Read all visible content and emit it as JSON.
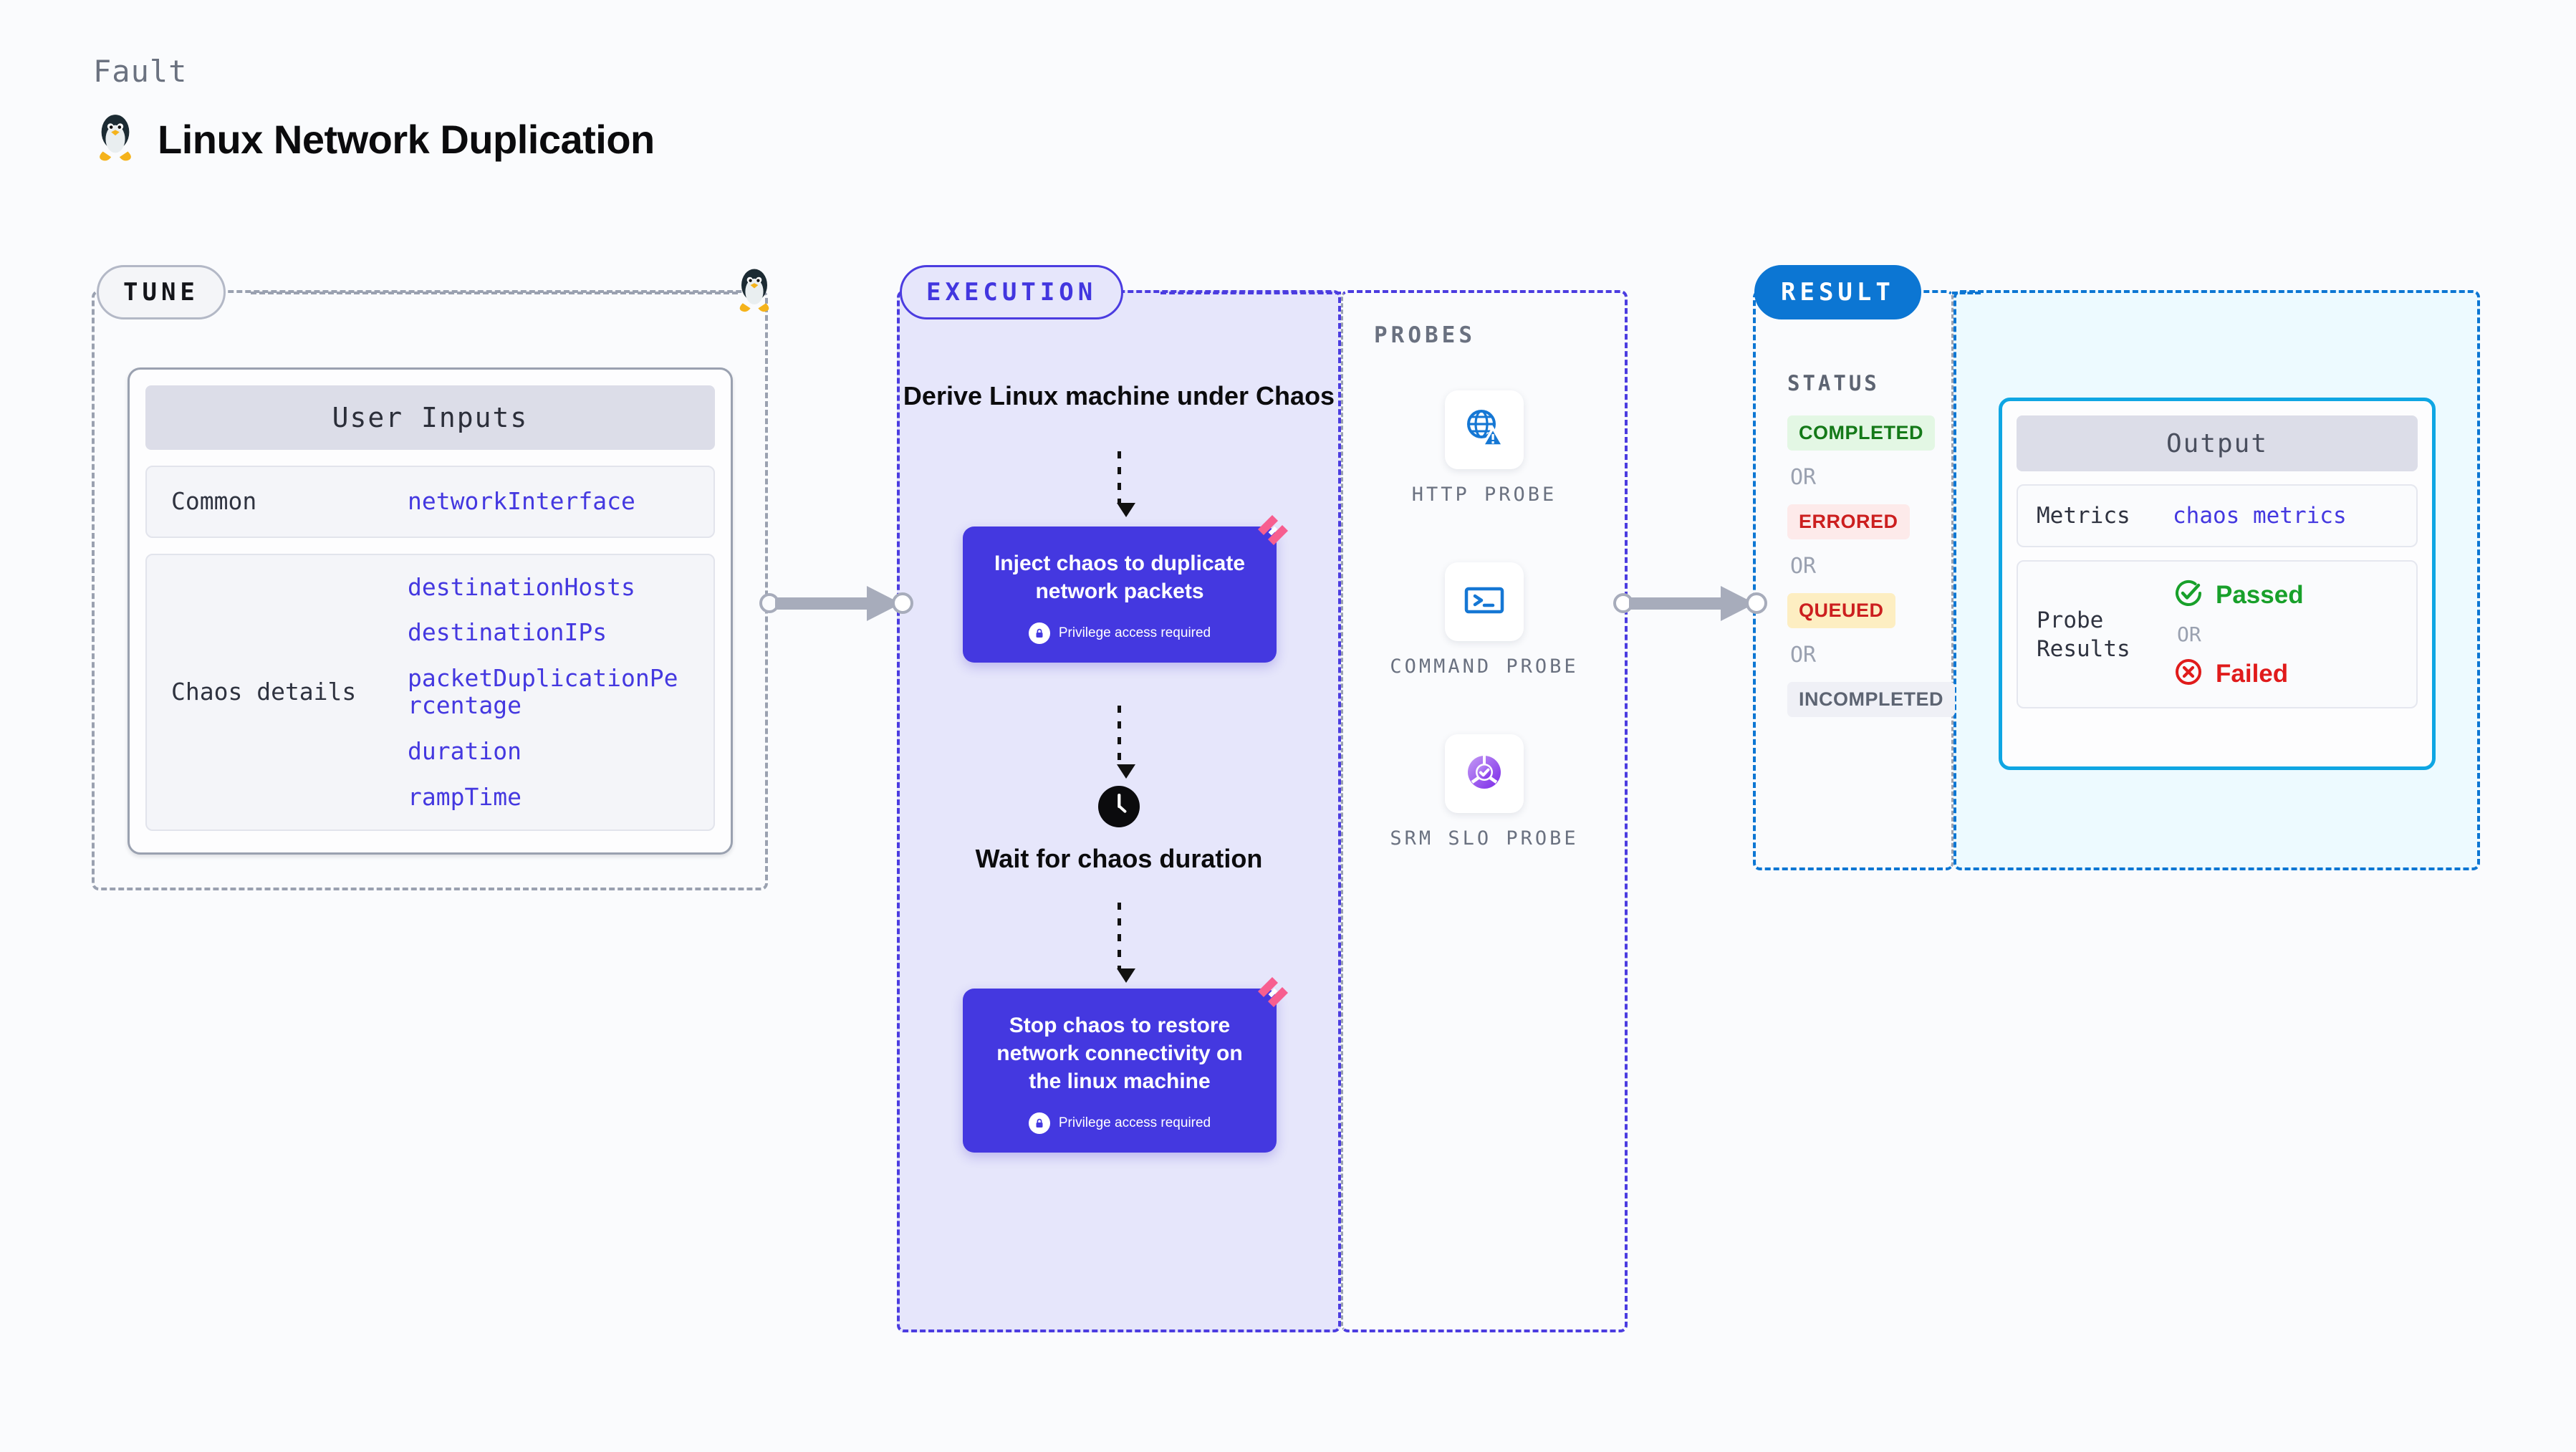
{
  "header": {
    "eyebrow": "Fault",
    "title": "Linux Network Duplication",
    "icon": "linux-penguin-icon"
  },
  "stages": {
    "tune": {
      "badge": "TUNE"
    },
    "execution": {
      "badge": "EXECUTION"
    },
    "probes": {
      "label": "PROBES"
    },
    "result": {
      "badge": "RESULT"
    }
  },
  "tune": {
    "card_title": "User Inputs",
    "rows": [
      {
        "key": "Common",
        "values": [
          "networkInterface"
        ]
      },
      {
        "key": "Chaos details",
        "values": [
          "destinationHosts",
          "destinationIPs",
          "packetDuplicationPercentage",
          "duration",
          "rampTime"
        ]
      }
    ]
  },
  "execution": {
    "step_title": "Derive Linux machine under Chaos",
    "inject_box": {
      "text": "Inject chaos to duplicate network packets",
      "privilege_note": "Privilege access required",
      "badge_icon": "harness-logo-icon",
      "lock_icon": "lock-icon"
    },
    "wait_step": {
      "icon": "clock-icon",
      "text": "Wait for chaos duration"
    },
    "stop_box": {
      "text": "Stop chaos to restore network connectivity on the linux machine",
      "privilege_note": "Privilege access required",
      "badge_icon": "harness-logo-icon",
      "lock_icon": "lock-icon"
    }
  },
  "probes": [
    {
      "name": "HTTP PROBE",
      "icon": "globe-warning-icon"
    },
    {
      "name": "COMMAND PROBE",
      "icon": "terminal-icon"
    },
    {
      "name": "SRM SLO PROBE",
      "icon": "slo-donut-check-icon"
    }
  ],
  "result": {
    "status_label": "STATUS",
    "or_label": "OR",
    "statuses": [
      {
        "label": "COMPLETED",
        "bg": "#e3f7e4",
        "fg": "#147918"
      },
      {
        "label": "ERRORED",
        "bg": "#fdeaea",
        "fg": "#cc1f1f"
      },
      {
        "label": "QUEUED",
        "bg": "#fdeec2",
        "fg": "#cc1f1f"
      },
      {
        "label": "INCOMPLETED",
        "bg": "#eff0f6",
        "fg": "#5d6472"
      }
    ]
  },
  "output": {
    "card_title": "Output",
    "metrics_key": "Metrics",
    "metrics_value": "chaos metrics",
    "probe_results_key": "Probe Results",
    "passed_label": "Passed",
    "failed_label": "Failed",
    "or_label": "OR",
    "passed_icon": "check-circle-icon",
    "failed_icon": "x-circle-icon"
  },
  "colors": {
    "page_bg": "#fafbfd",
    "accent_purple": "#4438e0",
    "accent_blue": "#0c76d3",
    "accent_cyan": "#0fa6e3",
    "harness_pink": "#f75e8f",
    "muted": "#9aa1b0"
  }
}
